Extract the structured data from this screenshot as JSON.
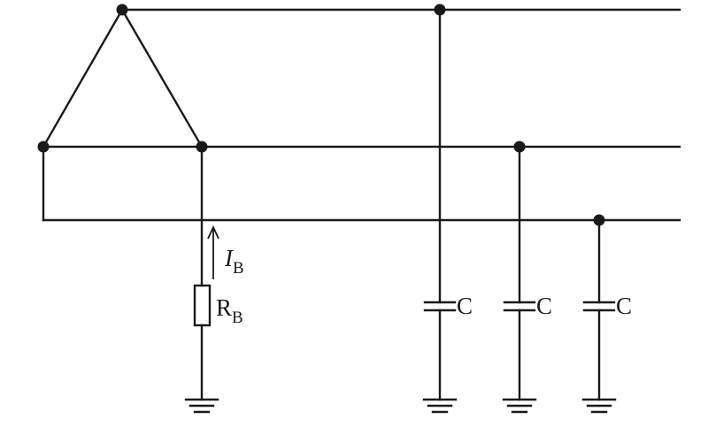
{
  "labels": {
    "current_main": "I",
    "current_sub": "B",
    "resistor_main": "R",
    "resistor_sub": "B",
    "capacitor_1": "C",
    "capacitor_2": "C",
    "capacitor_3": "C"
  }
}
